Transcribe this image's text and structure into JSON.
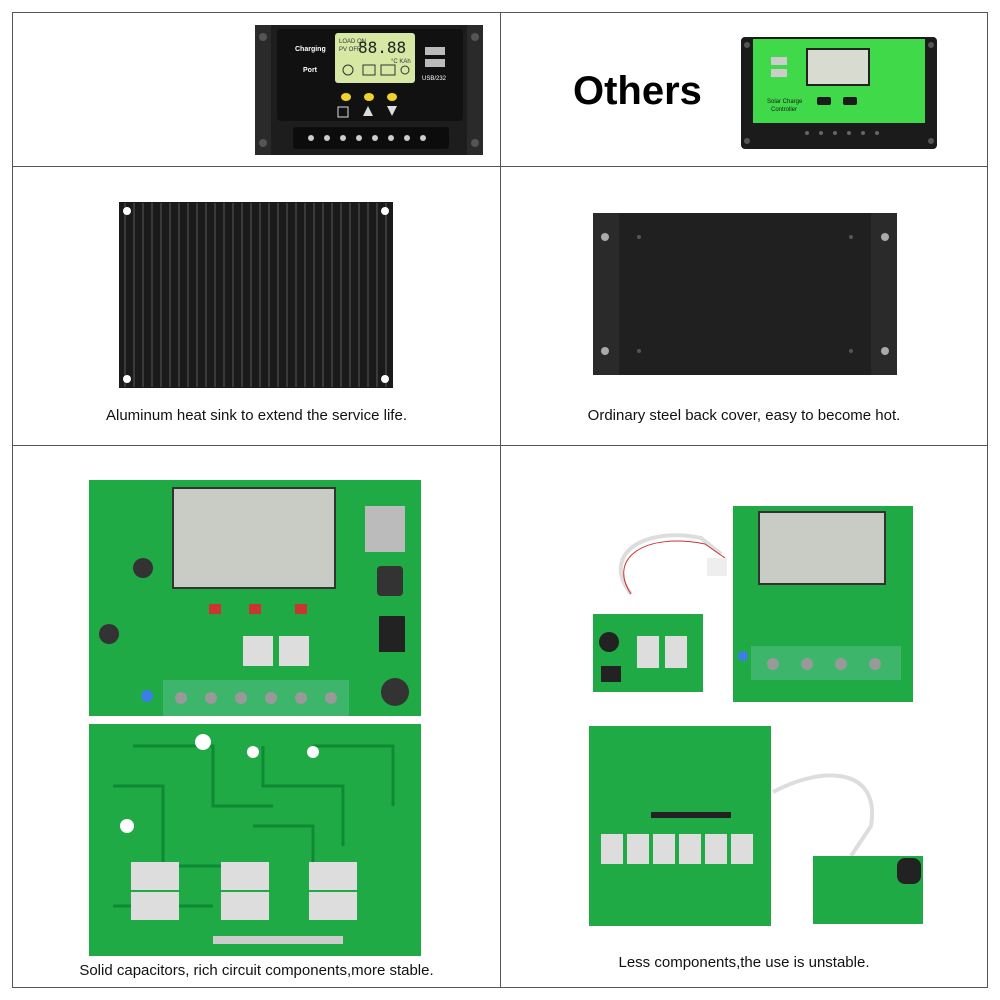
{
  "header": {
    "others_label": "Others"
  },
  "left_controller": {
    "labels": {
      "charging": "Charging",
      "port": "Port",
      "usb": "USB/232"
    },
    "lcd": {
      "top_left": "LOAD ON",
      "top_left2": "PV OFF",
      "digits": "88.88",
      "units": "°C  KAh"
    }
  },
  "right_controller": {
    "labels": {
      "brand_line1": "Solar Charge",
      "brand_line2": "Controller"
    },
    "colors": {
      "body": "#3fd94a",
      "dark": "#1b1b1b"
    }
  },
  "row2": {
    "left_caption": "Aluminum heat sink to extend the service life.",
    "right_caption": "Ordinary steel back cover, easy to become hot."
  },
  "row3": {
    "left_caption": "Solid capacitors, rich circuit components,more stable.",
    "right_caption": "Less components,the use is unstable."
  },
  "colors": {
    "pcb_green": "#1faa45",
    "pcb_dark": "#0f8a34",
    "terminal_green": "#3db66b",
    "heatsink": "#1a1a1a"
  }
}
